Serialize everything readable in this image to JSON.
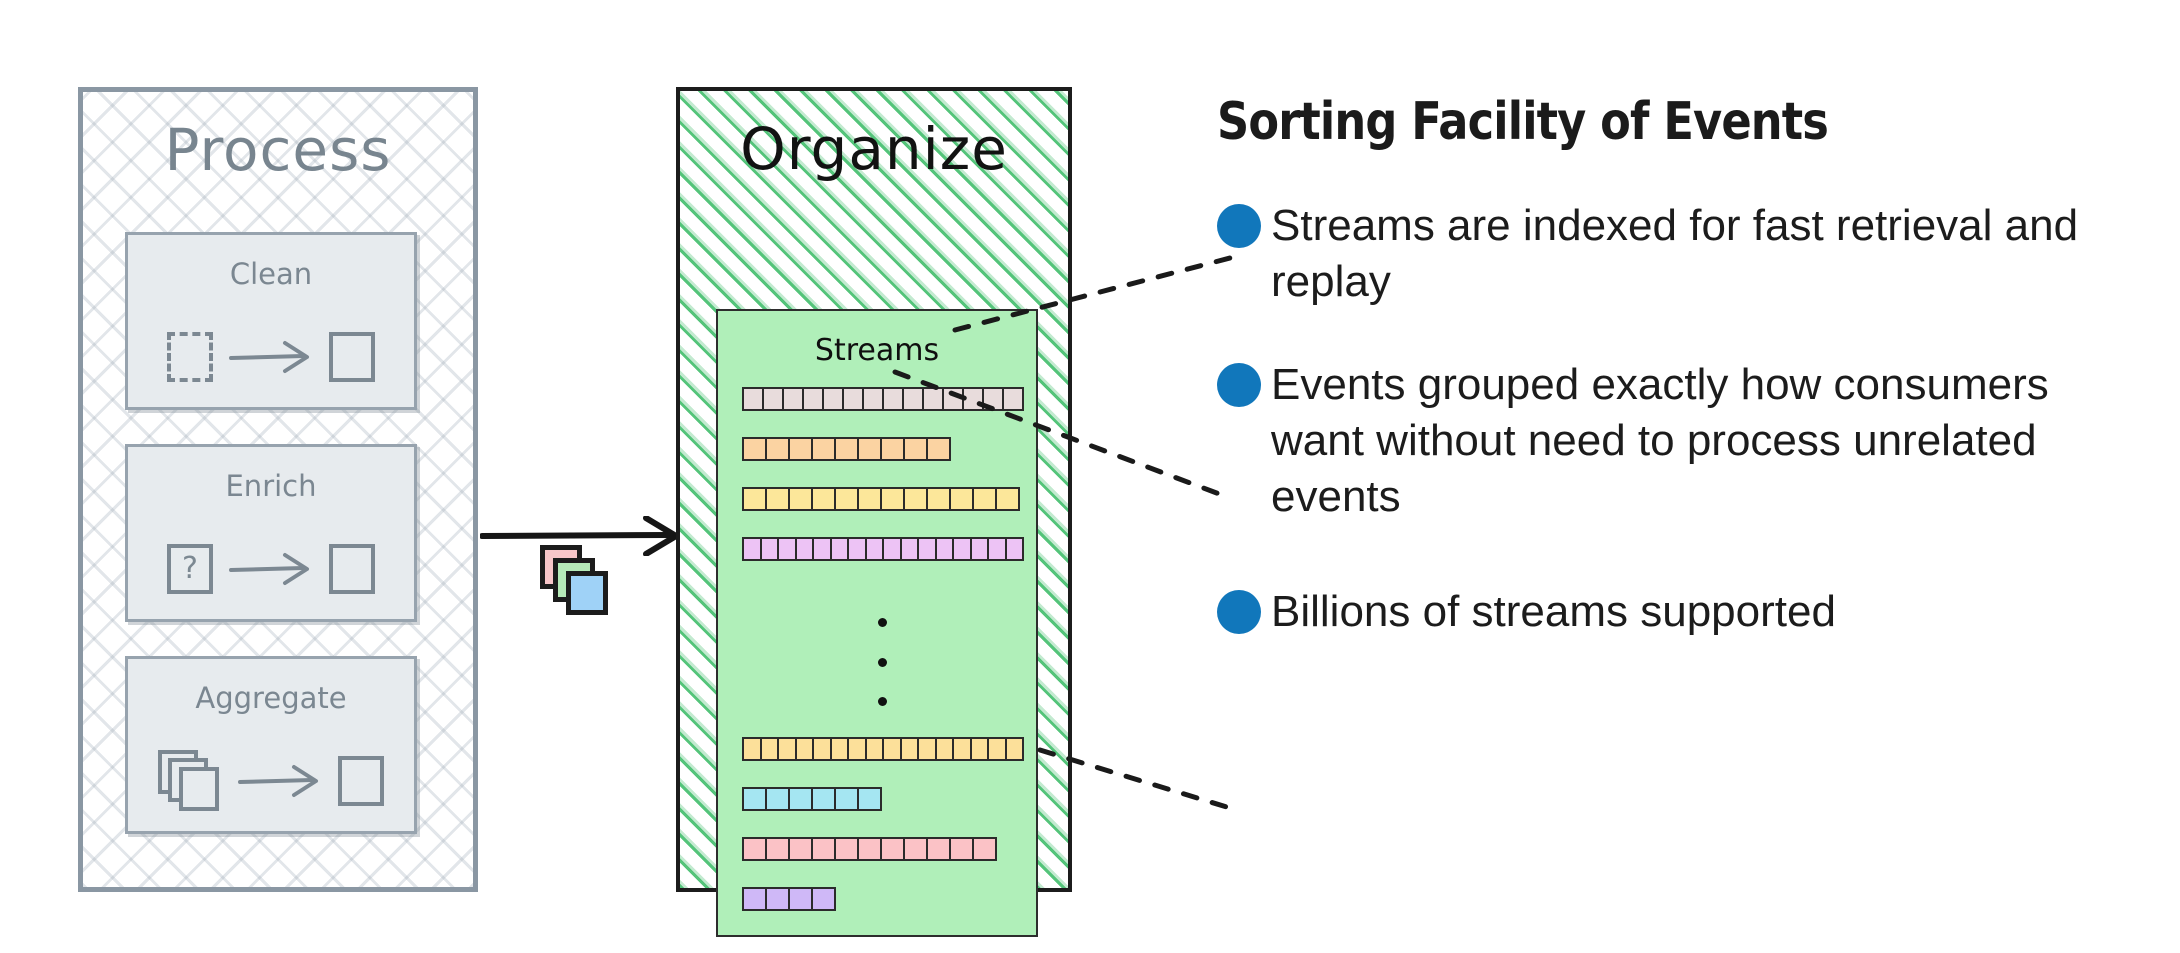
{
  "process_panel": {
    "title": "Process",
    "boxes": [
      {
        "label": "Clean",
        "icons": [
          "dashed-square",
          "arrow-right",
          "square"
        ]
      },
      {
        "label": "Enrich",
        "icons": [
          "question-square",
          "arrow-right",
          "square"
        ]
      },
      {
        "label": "Aggregate",
        "icons": [
          "stacked-squares",
          "arrow-right",
          "square"
        ]
      }
    ],
    "question_mark": "?",
    "border_color": "#8a97a3",
    "box_fill": "#e7ebee"
  },
  "connector": {
    "arrow": "arrow-right",
    "cards": [
      "#f8c6c9",
      "#b6eab8",
      "#9fd2f7"
    ]
  },
  "organize_panel": {
    "title": "Organize",
    "streams_label": "Streams",
    "hatch_color": "#54c47a",
    "fill_color": "#b0efb9",
    "ellipsis": "vertical-ellipsis",
    "streams": [
      {
        "name": "stream-1",
        "cells": 14,
        "color": "#e8dcdc"
      },
      {
        "name": "stream-2",
        "cells": 9,
        "color": "#fbd3a2"
      },
      {
        "name": "stream-3",
        "cells": 12,
        "color": "#fce79a"
      },
      {
        "name": "stream-4",
        "cells": 16,
        "color": "#edc3f5"
      },
      {
        "name": "stream-5",
        "cells": 16,
        "color": "#fce09a"
      },
      {
        "name": "stream-6",
        "cells": 6,
        "color": "#a5e6f2"
      },
      {
        "name": "stream-7",
        "cells": 11,
        "color": "#fbc2c6"
      },
      {
        "name": "stream-8",
        "cells": 4,
        "color": "#cfb8f7"
      }
    ]
  },
  "text_column": {
    "headline": "Sorting Facility of Events",
    "bullet_color": "#1177bb",
    "bullets": [
      "Streams are indexed for fast retrieval and replay",
      "Events grouped exactly how consumers want without need to process unrelated events",
      "Billions of streams supported"
    ]
  }
}
